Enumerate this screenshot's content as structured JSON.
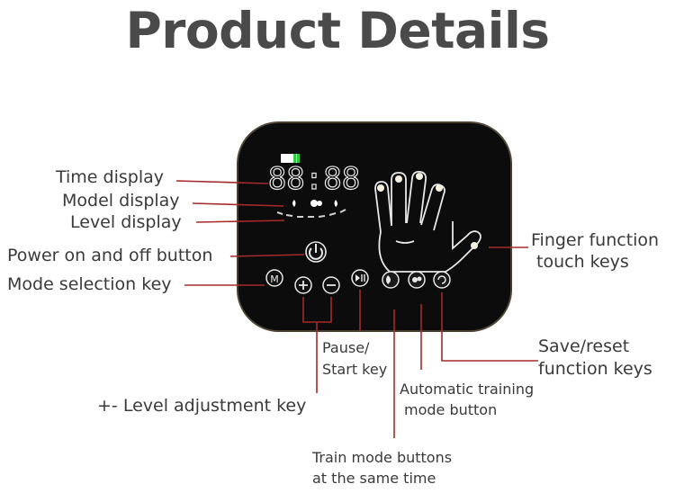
{
  "title": "Product Details",
  "display": {
    "time": "88:88"
  },
  "labels": {
    "time_display": "Time display",
    "model_display": "Model display",
    "level_display": "Level display",
    "power_button": "Power on and off button",
    "mode_selection": "Mode selection key",
    "finger_function_line1": "Finger function",
    "finger_function_line2": "touch keys",
    "save_reset_line1": "Save/reset",
    "save_reset_line2": "function keys",
    "pause_start_line1": "Pause/",
    "pause_start_line2": "Start key",
    "automatic_training_line1": "Automatic training",
    "automatic_training_line2": "mode button",
    "level_adjustment": "+- Level adjustment key",
    "train_mode_line1": "Train mode buttons",
    "train_mode_line2": "at the same time"
  },
  "icons": [
    "battery-icon",
    "power-icon",
    "mode-m-icon",
    "plus-icon",
    "minus-icon",
    "pause-play-icon",
    "hand-icon",
    "save-reset-icon"
  ],
  "colors": {
    "leader_line": "#a52a2a",
    "device_body": "#0d0d0d",
    "battery_green": "#2ecc40"
  }
}
